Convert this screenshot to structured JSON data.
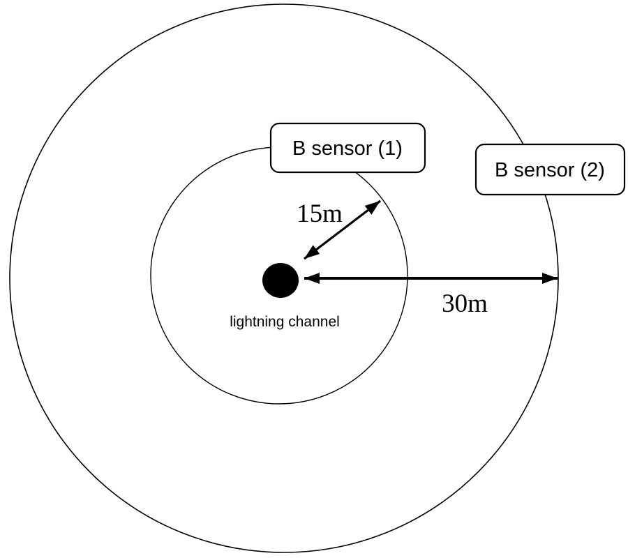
{
  "figure": {
    "type": "concentric-distance-diagram",
    "description": "Plan view of magnetic-field sensor placement around a lightning channel",
    "center": {
      "label": "lightning channel"
    },
    "sensors": [
      {
        "label": "B sensor (1)",
        "distance_label": "15m"
      },
      {
        "label": "B sensor (2)",
        "distance_label": "30m"
      }
    ],
    "colors": {
      "stroke": "#000000",
      "background": "#ffffff",
      "dot": "#000000"
    }
  }
}
